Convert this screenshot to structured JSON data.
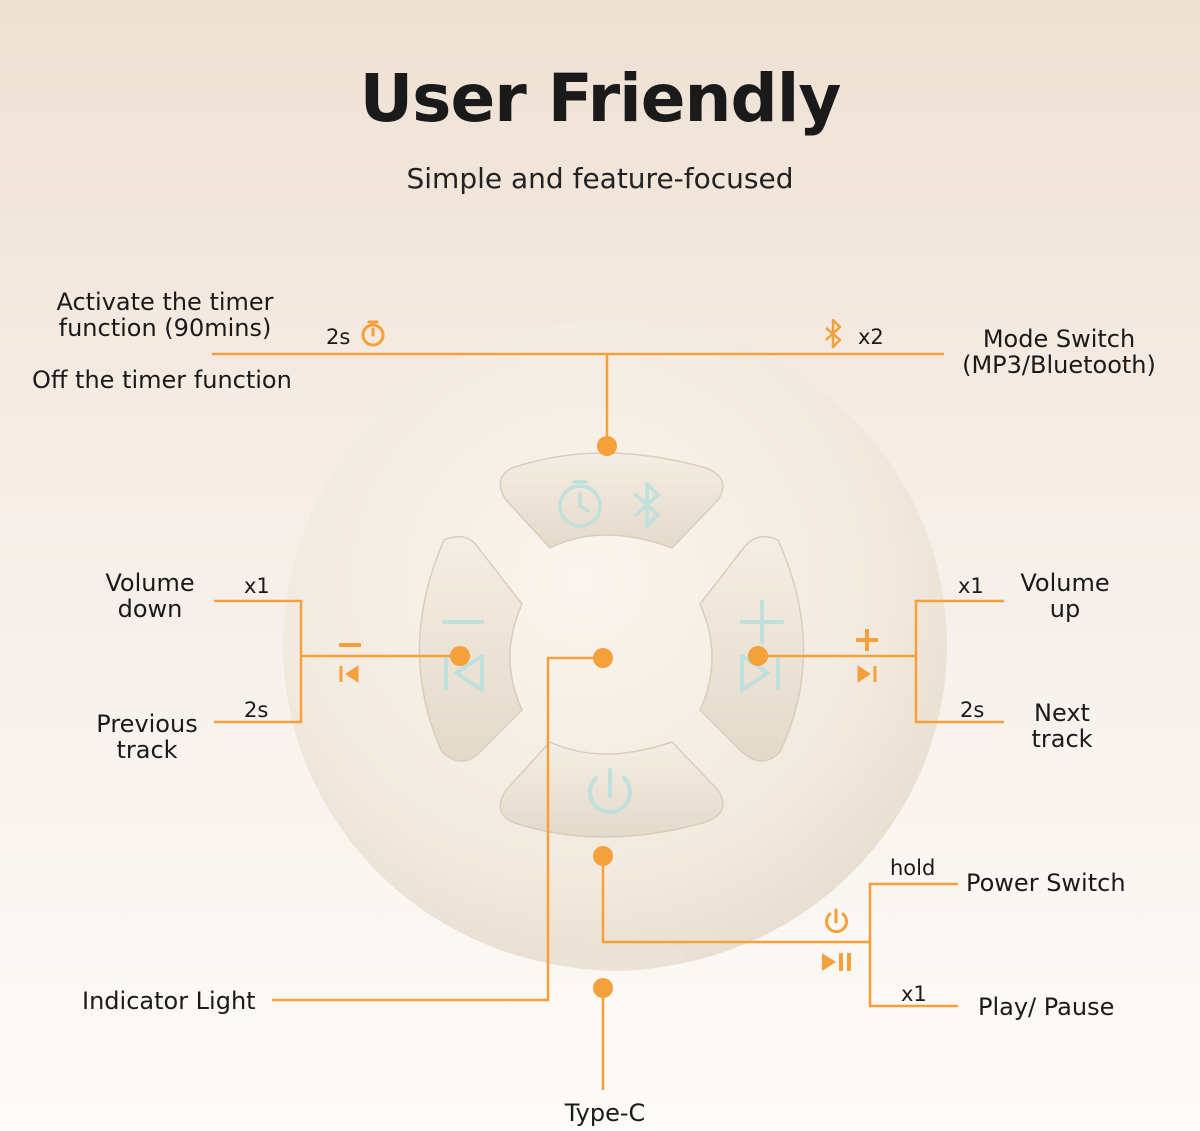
{
  "title": "User Friendly",
  "subtitle": "Simple and feature-focused",
  "colors": {
    "accent": "#f4a13c",
    "button_icon": "#bfe0dc",
    "device_body": "#f4ede3"
  },
  "labels": {
    "timer_on_line1": "Activate the timer",
    "timer_on_line2": "function (90mins)",
    "timer_off": "Off the timer function",
    "timer_hold": "2s",
    "bt_press": "x2",
    "mode_line1": "Mode Switch",
    "mode_line2": "(MP3/Bluetooth)",
    "vol_down_line1": "Volume",
    "vol_down_line2": "down",
    "vol_down_press": "x1",
    "prev_line1": "Previous",
    "prev_line2": "track",
    "prev_hold": "2s",
    "vol_up_line1": "Volume",
    "vol_up_line2": "up",
    "vol_up_press": "x1",
    "next_line1": "Next",
    "next_line2": "track",
    "next_hold": "2s",
    "power_hold": "hold",
    "power_switch": "Power Switch",
    "play_press": "x1",
    "play_pause": "Play/ Pause",
    "indicator_light": "Indicator Light",
    "type_c": "Type-C"
  },
  "icons": [
    "timer-icon",
    "bluetooth-icon",
    "minus-icon",
    "previous-track-icon",
    "plus-icon",
    "next-track-icon",
    "power-icon",
    "play-pause-icon"
  ]
}
